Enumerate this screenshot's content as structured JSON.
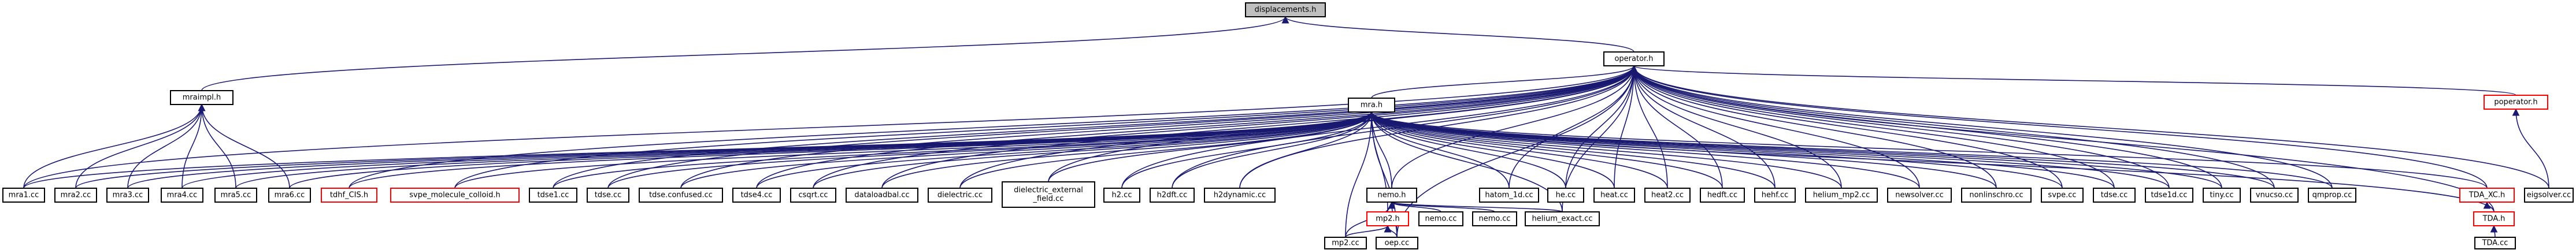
{
  "colors": {
    "edge": "#191970",
    "node_border": "#000000",
    "missing_border": "#ff0000",
    "root_fill": "#bfbfbf",
    "node_fill": "#ffffff",
    "text": "#000000"
  },
  "nodes": [
    {
      "id": "displacements_h",
      "label": "displacements.h",
      "kind": "root"
    },
    {
      "id": "operator_h",
      "label": "operator.h",
      "kind": "normal"
    },
    {
      "id": "mraimpl_h",
      "label": "mraimpl.h",
      "kind": "normal"
    },
    {
      "id": "mra_h",
      "label": "mra.h",
      "kind": "normal"
    },
    {
      "id": "poperator_h",
      "label": "poperator.h",
      "kind": "missing"
    },
    {
      "id": "TDA_XC_h",
      "label": "TDA_XC.h",
      "kind": "missing"
    },
    {
      "id": "TDA_h",
      "label": "TDA.h",
      "kind": "missing"
    },
    {
      "id": "TDA_cc",
      "label": "TDA.cc",
      "kind": "normal"
    },
    {
      "id": "eigsolver_cc",
      "label": "eigsolver.cc",
      "kind": "normal"
    },
    {
      "id": "mra1_cc",
      "label": "mra1.cc",
      "kind": "normal"
    },
    {
      "id": "mra2_cc",
      "label": "mra2.cc",
      "kind": "normal"
    },
    {
      "id": "mra3_cc",
      "label": "mra3.cc",
      "kind": "normal"
    },
    {
      "id": "mra4_cc",
      "label": "mra4.cc",
      "kind": "normal"
    },
    {
      "id": "mra5_cc",
      "label": "mra5.cc",
      "kind": "normal"
    },
    {
      "id": "mra6_cc",
      "label": "mra6.cc",
      "kind": "normal"
    },
    {
      "id": "tdhf_CIS_h",
      "label": "tdhf_CIS.h",
      "kind": "missing"
    },
    {
      "id": "svpe_colloid_h",
      "label": "svpe_molecule_colloid.h",
      "kind": "missing"
    },
    {
      "id": "tdse1_cc",
      "label": "tdse1.cc",
      "kind": "normal"
    },
    {
      "id": "tdse_cc",
      "label": "tdse.cc",
      "kind": "normal"
    },
    {
      "id": "tdse_confused_cc",
      "label": "tdse.confused.cc",
      "kind": "normal"
    },
    {
      "id": "tdse4_cc",
      "label": "tdse4.cc",
      "kind": "normal"
    },
    {
      "id": "csqrt_cc",
      "label": "csqrt.cc",
      "kind": "normal"
    },
    {
      "id": "dataloadbal_cc",
      "label": "dataloadbal.cc",
      "kind": "normal"
    },
    {
      "id": "dielectric_cc",
      "label": "dielectric.cc",
      "kind": "normal"
    },
    {
      "id": "dielectric_ext_cc",
      "label": "dielectric_external\n_field.cc",
      "kind": "normal"
    },
    {
      "id": "h2_cc",
      "label": "h2.cc",
      "kind": "normal"
    },
    {
      "id": "h2dft_cc",
      "label": "h2dft.cc",
      "kind": "normal"
    },
    {
      "id": "h2dynamic_cc",
      "label": "h2dynamic.cc",
      "kind": "normal"
    },
    {
      "id": "nemo_h",
      "label": "nemo.h",
      "kind": "normal"
    },
    {
      "id": "hatom_1d_cc",
      "label": "hatom_1d.cc",
      "kind": "normal"
    },
    {
      "id": "he_cc",
      "label": "he.cc",
      "kind": "normal"
    },
    {
      "id": "heat_cc",
      "label": "heat.cc",
      "kind": "normal"
    },
    {
      "id": "heat2_cc",
      "label": "heat2.cc",
      "kind": "normal"
    },
    {
      "id": "hedft_cc",
      "label": "hedft.cc",
      "kind": "normal"
    },
    {
      "id": "hehf_cc",
      "label": "hehf.cc",
      "kind": "normal"
    },
    {
      "id": "helium_mp2_cc",
      "label": "helium_mp2.cc",
      "kind": "normal"
    },
    {
      "id": "newsolver_cc",
      "label": "newsolver.cc",
      "kind": "normal"
    },
    {
      "id": "nonlinschro_cc",
      "label": "nonlinschro.cc",
      "kind": "normal"
    },
    {
      "id": "svpe_cc",
      "label": "svpe.cc",
      "kind": "normal"
    },
    {
      "id": "tdse_cc2",
      "label": "tdse.cc",
      "kind": "normal"
    },
    {
      "id": "tdse1d_cc",
      "label": "tdse1d.cc",
      "kind": "normal"
    },
    {
      "id": "tiny_cc",
      "label": "tiny.cc",
      "kind": "normal"
    },
    {
      "id": "vnucso_cc",
      "label": "vnucso.cc",
      "kind": "normal"
    },
    {
      "id": "qmprop_cc",
      "label": "qmprop.cc",
      "kind": "normal"
    },
    {
      "id": "mp2_h",
      "label": "mp2.h",
      "kind": "missing"
    },
    {
      "id": "nemo_cc",
      "label": "nemo.cc",
      "kind": "normal"
    },
    {
      "id": "nemo_cc2",
      "label": "nemo.cc",
      "kind": "normal"
    },
    {
      "id": "helium_exact_cc",
      "label": "helium_exact.cc",
      "kind": "normal"
    },
    {
      "id": "mp2_cc",
      "label": "mp2.cc",
      "kind": "normal"
    },
    {
      "id": "oep_cc",
      "label": "oep.cc",
      "kind": "normal"
    }
  ],
  "edges": [
    [
      "displacements_h",
      "operator_h"
    ],
    [
      "displacements_h",
      "mraimpl_h"
    ],
    [
      "mraimpl_h",
      "mra1_cc"
    ],
    [
      "mraimpl_h",
      "mra2_cc"
    ],
    [
      "mraimpl_h",
      "mra3_cc"
    ],
    [
      "mraimpl_h",
      "mra4_cc"
    ],
    [
      "mraimpl_h",
      "mra5_cc"
    ],
    [
      "mraimpl_h",
      "mra6_cc"
    ],
    [
      "operator_h",
      "mra_h"
    ],
    [
      "operator_h",
      "mra1_cc"
    ],
    [
      "operator_h",
      "tdhf_CIS_h"
    ],
    [
      "operator_h",
      "svpe_colloid_h"
    ],
    [
      "operator_h",
      "tdse1_cc"
    ],
    [
      "operator_h",
      "tdse_cc"
    ],
    [
      "operator_h",
      "tdse_confused_cc"
    ],
    [
      "operator_h",
      "tdse4_cc"
    ],
    [
      "operator_h",
      "csqrt_cc"
    ],
    [
      "operator_h",
      "dataloadbal_cc"
    ],
    [
      "operator_h",
      "dielectric_cc"
    ],
    [
      "operator_h",
      "dielectric_ext_cc"
    ],
    [
      "operator_h",
      "h2_cc"
    ],
    [
      "operator_h",
      "h2dft_cc"
    ],
    [
      "operator_h",
      "h2dynamic_cc"
    ],
    [
      "operator_h",
      "nemo_h"
    ],
    [
      "operator_h",
      "hatom_1d_cc"
    ],
    [
      "operator_h",
      "he_cc"
    ],
    [
      "operator_h",
      "heat_cc"
    ],
    [
      "operator_h",
      "heat2_cc"
    ],
    [
      "operator_h",
      "hedft_cc"
    ],
    [
      "operator_h",
      "hehf_cc"
    ],
    [
      "operator_h",
      "helium_mp2_cc"
    ],
    [
      "operator_h",
      "newsolver_cc"
    ],
    [
      "operator_h",
      "nonlinschro_cc"
    ],
    [
      "operator_h",
      "svpe_cc"
    ],
    [
      "operator_h",
      "tdse_cc2"
    ],
    [
      "operator_h",
      "tdse1d_cc"
    ],
    [
      "operator_h",
      "tiny_cc"
    ],
    [
      "operator_h",
      "vnucso_cc"
    ],
    [
      "operator_h",
      "qmprop_cc"
    ],
    [
      "operator_h",
      "poperator_h"
    ],
    [
      "operator_h",
      "TDA_XC_h"
    ],
    [
      "operator_h",
      "eigsolver_cc"
    ],
    [
      "operator_h",
      "TDA_h"
    ],
    [
      "operator_h",
      "oep_cc"
    ],
    [
      "operator_h",
      "helium_exact_cc"
    ],
    [
      "mra_h",
      "mra1_cc"
    ],
    [
      "mra_h",
      "mra2_cc"
    ],
    [
      "mra_h",
      "mra3_cc"
    ],
    [
      "mra_h",
      "mra4_cc"
    ],
    [
      "mra_h",
      "mra5_cc"
    ],
    [
      "mra_h",
      "mra6_cc"
    ],
    [
      "mra_h",
      "tdhf_CIS_h"
    ],
    [
      "mra_h",
      "svpe_colloid_h"
    ],
    [
      "mra_h",
      "tdse1_cc"
    ],
    [
      "mra_h",
      "tdse_cc"
    ],
    [
      "mra_h",
      "tdse_confused_cc"
    ],
    [
      "mra_h",
      "tdse4_cc"
    ],
    [
      "mra_h",
      "csqrt_cc"
    ],
    [
      "mra_h",
      "dataloadbal_cc"
    ],
    [
      "mra_h",
      "dielectric_cc"
    ],
    [
      "mra_h",
      "dielectric_ext_cc"
    ],
    [
      "mra_h",
      "h2_cc"
    ],
    [
      "mra_h",
      "h2dft_cc"
    ],
    [
      "mra_h",
      "h2dynamic_cc"
    ],
    [
      "mra_h",
      "nemo_h"
    ],
    [
      "mra_h",
      "hatom_1d_cc"
    ],
    [
      "mra_h",
      "he_cc"
    ],
    [
      "mra_h",
      "heat_cc"
    ],
    [
      "mra_h",
      "heat2_cc"
    ],
    [
      "mra_h",
      "hedft_cc"
    ],
    [
      "mra_h",
      "hehf_cc"
    ],
    [
      "mra_h",
      "helium_mp2_cc"
    ],
    [
      "mra_h",
      "newsolver_cc"
    ],
    [
      "mra_h",
      "nonlinschro_cc"
    ],
    [
      "mra_h",
      "svpe_cc"
    ],
    [
      "mra_h",
      "tdse_cc2"
    ],
    [
      "mra_h",
      "tdse1d_cc"
    ],
    [
      "mra_h",
      "tiny_cc"
    ],
    [
      "mra_h",
      "vnucso_cc"
    ],
    [
      "mra_h",
      "qmprop_cc"
    ],
    [
      "mra_h",
      "TDA_XC_h"
    ],
    [
      "mra_h",
      "mp2_h"
    ],
    [
      "mra_h",
      "mp2_cc"
    ],
    [
      "mra_h",
      "oep_cc"
    ],
    [
      "mra_h",
      "helium_exact_cc"
    ],
    [
      "mra_h",
      "TDA_h"
    ],
    [
      "poperator_h",
      "eigsolver_cc"
    ],
    [
      "TDA_XC_h",
      "TDA_h"
    ],
    [
      "TDA_h",
      "TDA_cc"
    ],
    [
      "nemo_h",
      "mp2_h"
    ],
    [
      "nemo_h",
      "nemo_cc"
    ],
    [
      "nemo_h",
      "nemo_cc2"
    ],
    [
      "nemo_h",
      "helium_exact_cc"
    ],
    [
      "nemo_h",
      "mp2_cc"
    ],
    [
      "nemo_h",
      "oep_cc"
    ],
    [
      "mp2_h",
      "mp2_cc"
    ],
    [
      "mp2_h",
      "oep_cc"
    ]
  ]
}
